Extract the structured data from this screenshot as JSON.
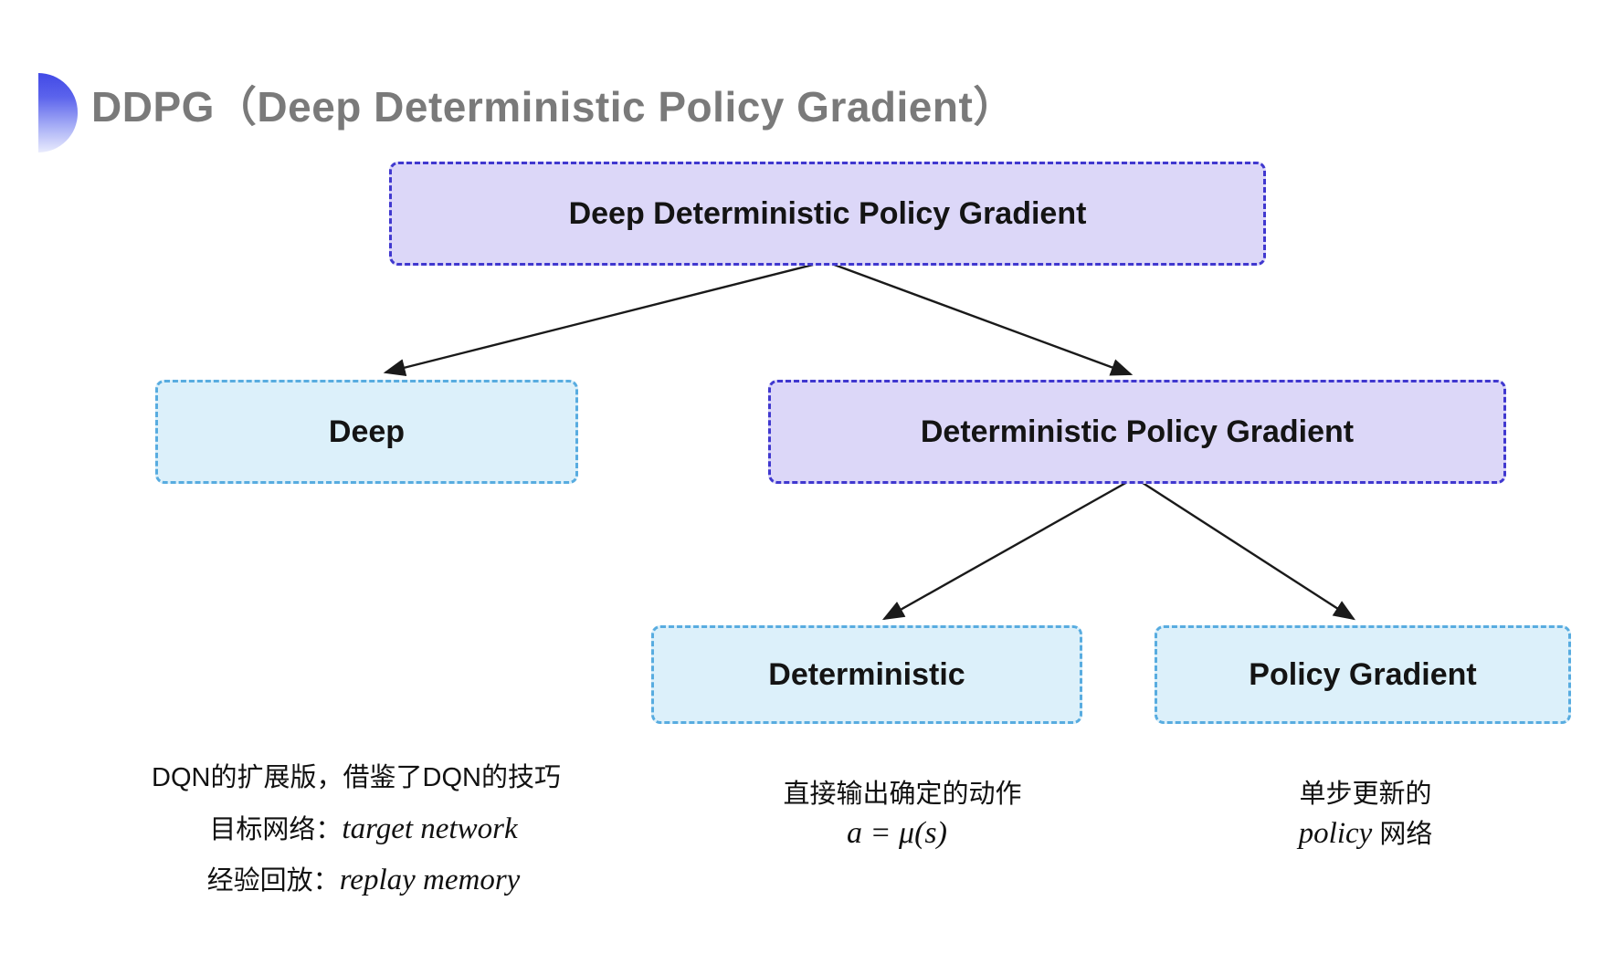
{
  "title": {
    "text": "DDPG（Deep Deterministic Policy Gradient）"
  },
  "diagram": {
    "nodes": {
      "root": {
        "label": "Deep Deterministic Policy Gradient"
      },
      "deep": {
        "label": "Deep"
      },
      "dpg": {
        "label": "Deterministic Policy Gradient"
      },
      "deterministic": {
        "label": "Deterministic"
      },
      "policy_gradient": {
        "label": "Policy Gradient"
      }
    }
  },
  "notes": {
    "deep": {
      "line1": "DQN的扩展版，借鉴了DQN的技巧",
      "line2_label": "目标网络：",
      "line2_term": "target network",
      "line3_label": "经验回放：",
      "line3_term": "replay memory"
    },
    "deterministic": {
      "line1": "直接输出确定的动作",
      "formula": "a = μ(s)"
    },
    "policy_gradient": {
      "line1": "单步更新的",
      "line2_term": "policy",
      "line2_suffix": " 网络"
    }
  },
  "colors": {
    "purple_fill": "#DCD7F8",
    "purple_border": "#4038CF",
    "cyan_fill": "#DCF0FA",
    "cyan_border": "#58ACE0",
    "title_gray": "#7A7A7A",
    "bullet_gradient_top": "#4149E6",
    "bullet_gradient_bottom": "#E9EBFD",
    "arrow": "#1A1A1A",
    "background": "#FFFFFF"
  }
}
